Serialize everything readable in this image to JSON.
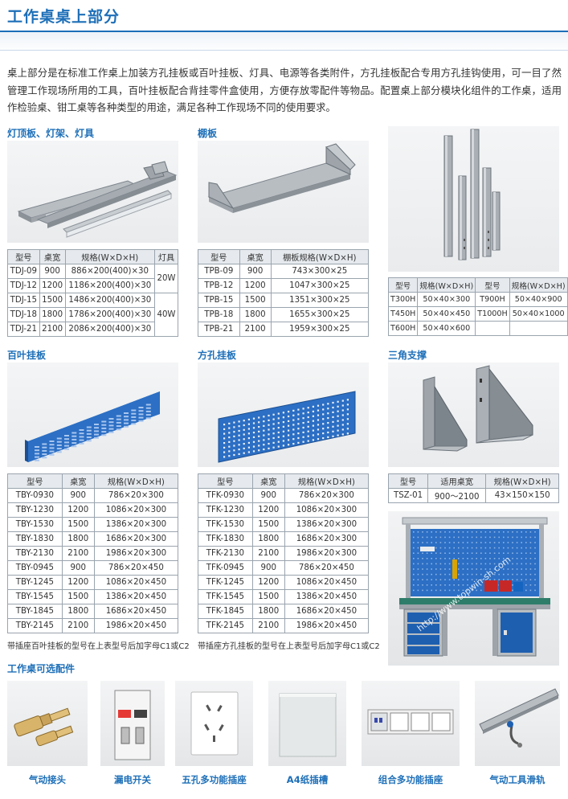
{
  "page": {
    "title": "工作桌桌上部分",
    "intro": "桌上部分是在标准工作桌上加装方孔挂板或百叶挂板、灯具、电源等各类附件，方孔挂板配合专用方孔挂钩使用，可一目了然管理工作现场所用的工具，百叶挂板配合背挂零件盒使用，方便存放零配件等物品。配置桌上部分模块化组件的工作桌，适用作检验桌、钳工桌等各种类型的用途，满足各种工作现场不同的使用要求。"
  },
  "lights": {
    "title": "灯顶板、灯架、灯具",
    "headers": [
      "型号",
      "桌宽",
      "规格(W×D×H)",
      "灯具"
    ],
    "rows": [
      [
        "TDJ-09",
        "900",
        "886×200(400)×30"
      ],
      [
        "TDJ-12",
        "1200",
        "1186×200(400)×30"
      ],
      [
        "TDJ-15",
        "1500",
        "1486×200(400)×30"
      ],
      [
        "TDJ-18",
        "1800",
        "1786×200(400)×30"
      ],
      [
        "TDJ-21",
        "2100",
        "2086×200(400)×30"
      ]
    ],
    "lamp_20": "20W",
    "lamp_40": "40W"
  },
  "shelf": {
    "title": "棚板",
    "headers": [
      "型号",
      "桌宽",
      "棚板规格(W×D×H)"
    ],
    "rows": [
      [
        "TPB-09",
        "900",
        "743×300×25"
      ],
      [
        "TPB-12",
        "1200",
        "1047×300×25"
      ],
      [
        "TPB-15",
        "1500",
        "1351×300×25"
      ],
      [
        "TPB-18",
        "1800",
        "1655×300×25"
      ],
      [
        "TPB-21",
        "2100",
        "1959×300×25"
      ]
    ]
  },
  "column": {
    "title": "立柱",
    "headers": [
      "型号",
      "规格(W×D×H)",
      "型号",
      "规格(W×D×H)"
    ],
    "rows": [
      [
        "T300H",
        "50×40×300",
        "T900H",
        "50×40×900"
      ],
      [
        "T450H",
        "50×40×450",
        "T1000H",
        "50×40×1000"
      ],
      [
        "T600H",
        "50×40×600",
        "",
        ""
      ]
    ]
  },
  "louver": {
    "title": "百叶挂板",
    "headers": [
      "型号",
      "桌宽",
      "规格(W×D×H)"
    ],
    "rows": [
      [
        "TBY-0930",
        "900",
        "786×20×300"
      ],
      [
        "TBY-1230",
        "1200",
        "1086×20×300"
      ],
      [
        "TBY-1530",
        "1500",
        "1386×20×300"
      ],
      [
        "TBY-1830",
        "1800",
        "1686×20×300"
      ],
      [
        "TBY-2130",
        "2100",
        "1986×20×300"
      ],
      [
        "TBY-0945",
        "900",
        "786×20×450"
      ],
      [
        "TBY-1245",
        "1200",
        "1086×20×450"
      ],
      [
        "TBY-1545",
        "1500",
        "1386×20×450"
      ],
      [
        "TBY-1845",
        "1800",
        "1686×20×450"
      ],
      [
        "TBY-2145",
        "2100",
        "1986×20×450"
      ]
    ],
    "note": "带插座百叶挂板的型号在上表型号后加字母C1或C2"
  },
  "pegboard": {
    "title": "方孔挂板",
    "headers": [
      "型号",
      "桌宽",
      "规格(W×D×H)"
    ],
    "rows": [
      [
        "TFK-0930",
        "900",
        "786×20×300"
      ],
      [
        "TFK-1230",
        "1200",
        "1086×20×300"
      ],
      [
        "TFK-1530",
        "1500",
        "1386×20×300"
      ],
      [
        "TFK-1830",
        "1800",
        "1686×20×300"
      ],
      [
        "TFK-2130",
        "2100",
        "1986×20×300"
      ],
      [
        "TFK-0945",
        "900",
        "786×20×450"
      ],
      [
        "TFK-1245",
        "1200",
        "1086×20×450"
      ],
      [
        "TFK-1545",
        "1500",
        "1386×20×450"
      ],
      [
        "TFK-1845",
        "1800",
        "1686×20×450"
      ],
      [
        "TFK-2145",
        "2100",
        "1986×20×450"
      ]
    ],
    "note": "带插座方孔挂板的型号在上表型号后加字母C1或C2"
  },
  "bracket": {
    "title": "三角支撑",
    "headers": [
      "型号",
      "适用桌宽",
      "规格(W×D×H)"
    ],
    "rows": [
      [
        "TSZ-01",
        "900～2100",
        "43×150×150"
      ]
    ]
  },
  "workbench_photo": {
    "watermark": "http://www.topwin-sh.com"
  },
  "accessories": {
    "title": "工作桌可选配件",
    "items": [
      "气动接头",
      "漏电开关",
      "五孔多功能插座",
      "A4纸插槽",
      "组合多功能插座",
      "气动工具滑轨"
    ]
  },
  "colors": {
    "brand_blue": "#1d6fb8",
    "panel_blue": "#2c6fc4",
    "steel_gray": "#9ea4aa"
  }
}
